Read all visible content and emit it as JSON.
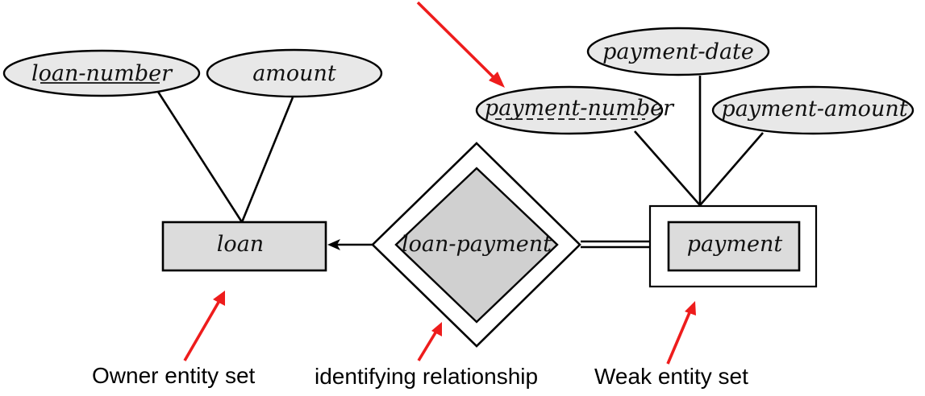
{
  "diagram": {
    "type": "ER diagram - weak entity set",
    "entities": {
      "owner": {
        "label": "loan",
        "kind": "strong-entity"
      },
      "weak": {
        "label": "payment",
        "kind": "weak-entity"
      }
    },
    "relationship": {
      "label": "loan-payment",
      "kind": "identifying-relationship"
    },
    "attributes": {
      "loan_number": {
        "label": "loan-number",
        "key": "primary (solid underline)"
      },
      "amount": {
        "label": "amount"
      },
      "payment_date": {
        "label": "payment-date"
      },
      "payment_number": {
        "label": "payment-number",
        "key": "discriminator (dashed underline)"
      },
      "payment_amount": {
        "label": "payment-amount"
      }
    },
    "annotations": {
      "owner": "Owner entity set",
      "identifying": "identifying relationship",
      "weak": "Weak entity set"
    },
    "colors": {
      "annotation_arrow": "#ee1c1c",
      "attribute_fill": "#e8e8e8",
      "entity_fill": "#dcdcdc",
      "relationship_fill": "#d0d0d0",
      "stroke": "#000000"
    }
  }
}
